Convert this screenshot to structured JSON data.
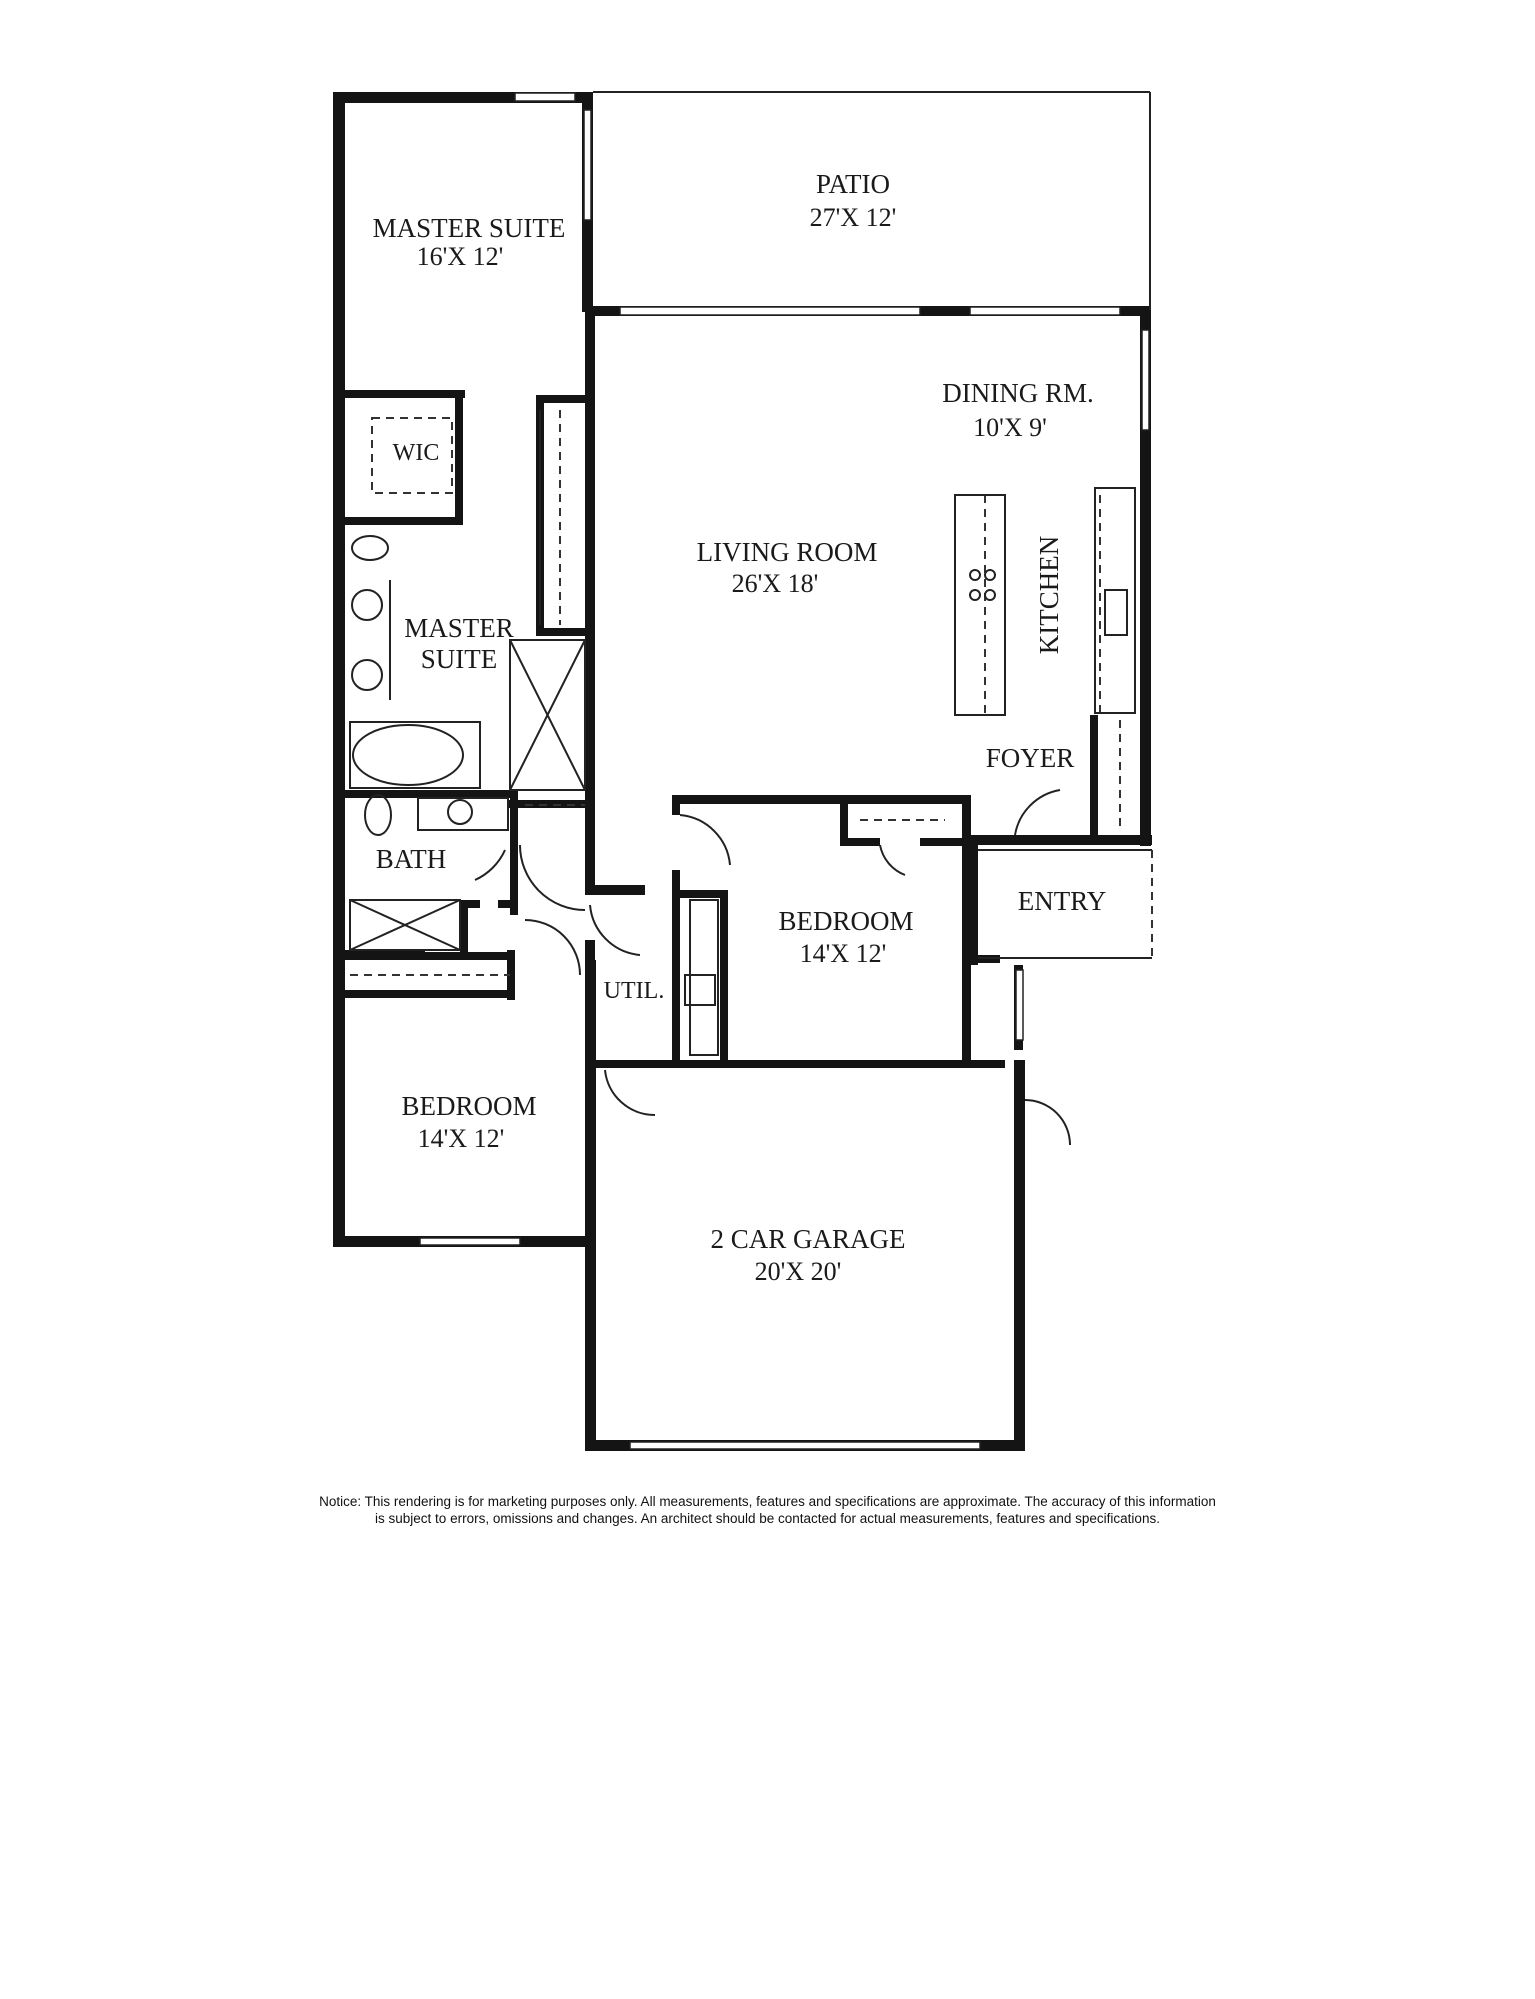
{
  "rooms": {
    "patio": {
      "name": "PATIO",
      "dims": "27'X 12'"
    },
    "master_suite": {
      "name": "MASTER SUITE",
      "dims": "16'X 12'"
    },
    "dining": {
      "name": "DINING RM.",
      "dims": "10'X 9'"
    },
    "wic": {
      "name": "WIC"
    },
    "living": {
      "name": "LIVING ROOM",
      "dims": "26'X 18'"
    },
    "kitchen": {
      "name": "KITCHEN"
    },
    "master_bath": {
      "line1": "MASTER",
      "line2": "SUITE"
    },
    "foyer": {
      "name": "FOYER"
    },
    "bath": {
      "name": "BATH"
    },
    "bedroom_2": {
      "name": "BEDROOM",
      "dims": "14'X 12'"
    },
    "entry": {
      "name": "ENTRY"
    },
    "util": {
      "name": "UTIL."
    },
    "bedroom_3": {
      "name": "BEDROOM",
      "dims": "14'X 12'"
    },
    "garage": {
      "name": "2 CAR GARAGE",
      "dims": "20'X 20'"
    }
  },
  "notice": {
    "line1": "Notice: This rendering is for marketing purposes only. All measurements, features and specifications are approximate. The accuracy of this information",
    "line2": "is subject to errors, omissions and changes. An architect should be contacted for actual measurements, features and specifications."
  }
}
